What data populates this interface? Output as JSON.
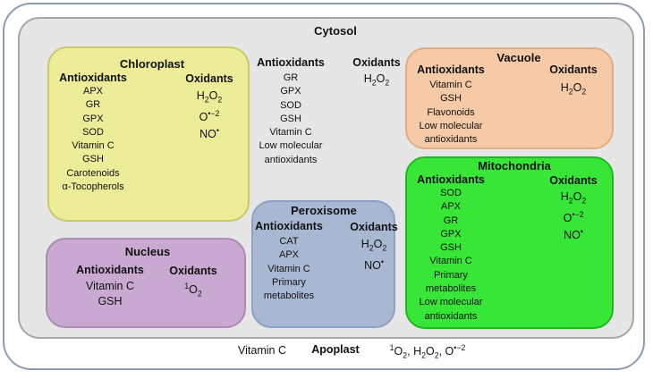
{
  "cytosol": {
    "title": "Cytosol",
    "antioxidants_header": "Antioxidants",
    "antioxidants": [
      "GR",
      "GPX",
      "SOD",
      "GSH",
      "Vitamin C",
      "Low molecular",
      "antioxidants"
    ],
    "oxidants_header": "Oxidants",
    "oxidants": [
      "H2O2"
    ]
  },
  "chloroplast": {
    "title": "Chloroplast",
    "antioxidants_header": "Antioxidants",
    "antioxidants": [
      "APX",
      "GR",
      "GPX",
      "SOD",
      "Vitamin C",
      "GSH",
      "Carotenoids",
      "α-Tocopherols"
    ],
    "oxidants_header": "Oxidants",
    "oxidants": [
      "H2O2",
      "O•−2",
      "NO•"
    ]
  },
  "vacuole": {
    "title": "Vacuole",
    "antioxidants_header": "Antioxidants",
    "antioxidants": [
      "Vitamin C",
      "GSH",
      "Flavonoids",
      "Low molecular",
      "antioxidants"
    ],
    "oxidants_header": "Oxidants",
    "oxidants": [
      "H2O2"
    ]
  },
  "mitochondria": {
    "title": "Mitochondria",
    "antioxidants_header": "Antioxidants",
    "antioxidants": [
      "SOD",
      "APX",
      "GR",
      "GPX",
      "GSH",
      "Vitamin C",
      "Primary",
      "metabolites",
      "Low molecular",
      "antioxidants"
    ],
    "oxidants_header": "Oxidants",
    "oxidants": [
      "H2O2",
      "O•−2",
      "NO•"
    ]
  },
  "peroxisome": {
    "title": "Peroxisome",
    "antioxidants_header": "Antioxidants",
    "antioxidants": [
      "CAT",
      "APX",
      "Vitamin C",
      "Primary",
      "metabolites"
    ],
    "oxidants_header": "Oxidants",
    "oxidants": [
      "H2O2",
      "NO•"
    ]
  },
  "nucleus": {
    "title": "Nucleus",
    "antioxidants_header": "Antioxidants",
    "antioxidants": [
      "Vitamin C",
      "GSH"
    ],
    "oxidants_header": "Oxidants",
    "oxidants": [
      "1O2"
    ]
  },
  "apoplast": {
    "title": "Apoplast",
    "antioxidant": "Vitamin C",
    "oxidants": "1O2, H2O2, O•−2"
  },
  "colors": {
    "chloroplast": "#ecec99",
    "vacuole": "#f6caa6",
    "mitochondria": "#37e637",
    "peroxisome": "#a8b8d2",
    "nucleus": "#c9a9d1",
    "cytosol": "#e6e6e6"
  }
}
